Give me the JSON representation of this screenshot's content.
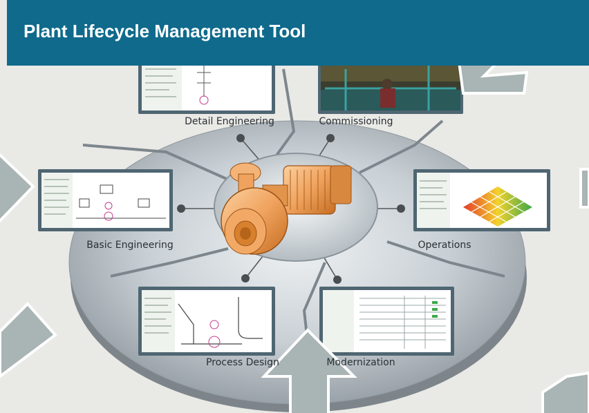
{
  "header": {
    "title": "Plant Lifecycle Management Tool"
  },
  "phases": [
    {
      "label": "Detail Engineering",
      "screen": "piping-instrumentation-diagram"
    },
    {
      "label": "Commissioning",
      "screen": "3d-plant-model"
    },
    {
      "label": "Operations",
      "screen": "3d-heatmap-chart"
    },
    {
      "label": "Modernization",
      "screen": "spreadsheet-report"
    },
    {
      "label": "Process Design",
      "screen": "process-flow-diagram"
    },
    {
      "label": "Basic Engineering",
      "screen": "process-flow-diagram"
    }
  ],
  "hub": {
    "icon": "centrifugal-pump-motor"
  },
  "colors": {
    "header": "#0f6a8c",
    "background": "#e9e9e6",
    "disc": "#b8c0c6",
    "arrow": "#aab5b5",
    "pump": "#f0a35e"
  }
}
